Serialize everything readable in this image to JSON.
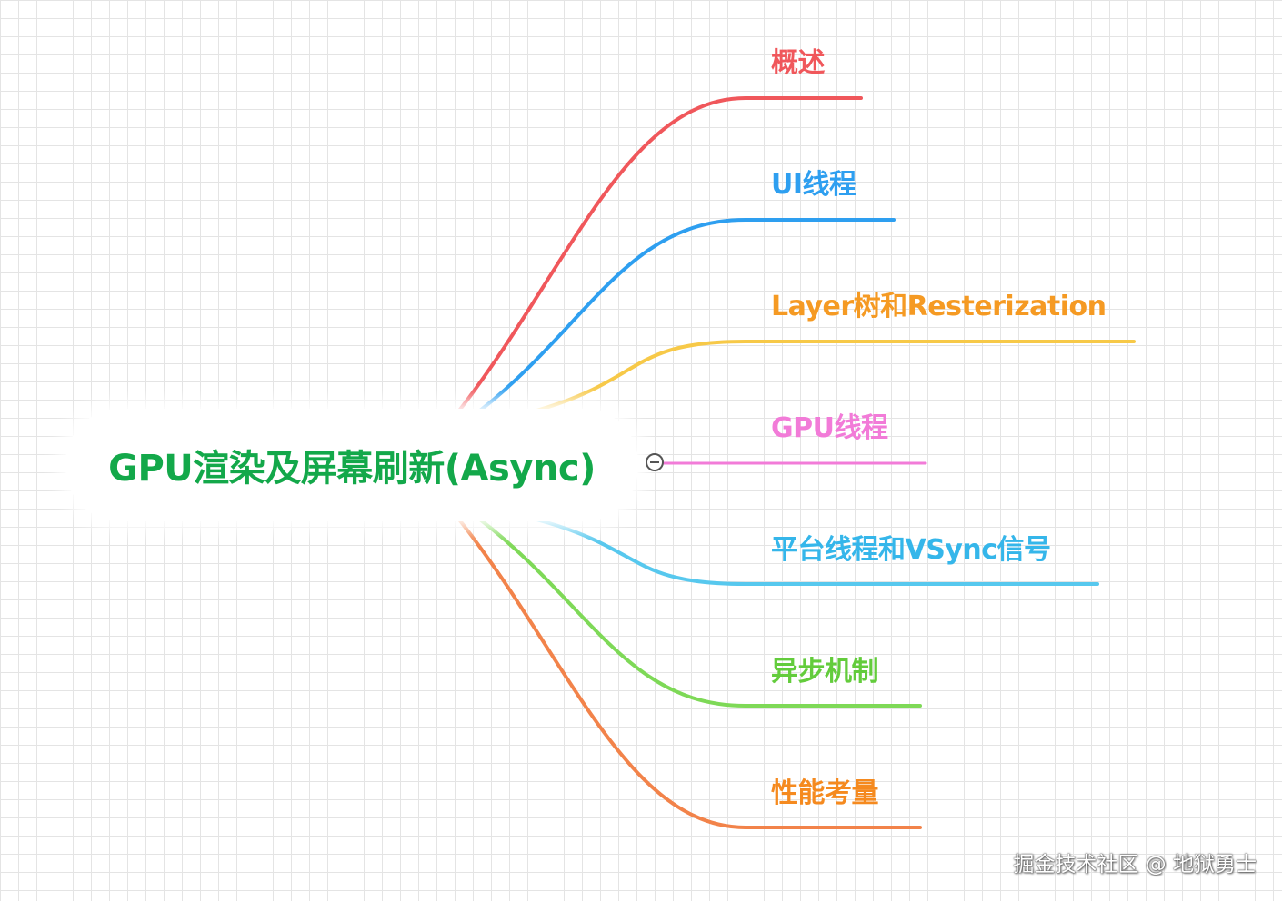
{
  "root": {
    "title": "GPU渲染及屏幕刷新(Async)"
  },
  "collapse": {
    "icon": "minus-circle-icon"
  },
  "branches": [
    {
      "label": "概述",
      "color": "#f0575b"
    },
    {
      "label": "UI线程",
      "color": "#2e9ff0"
    },
    {
      "label": "Layer树和Resterization",
      "color": "#f7c948",
      "text_color": "#f59a23"
    },
    {
      "label": "GPU线程",
      "color": "#f27bd8"
    },
    {
      "label": "平台线程和VSync信号",
      "color": "#57c8ee",
      "text_color": "#35b6ea"
    },
    {
      "label": "异步机制",
      "color": "#7ed957",
      "text_color": "#63cc3c"
    },
    {
      "label": "性能考量",
      "color": "#f2834a",
      "text_color": "#f58a1f"
    }
  ],
  "watermark": "掘金技术社区 @ 地狱勇士"
}
